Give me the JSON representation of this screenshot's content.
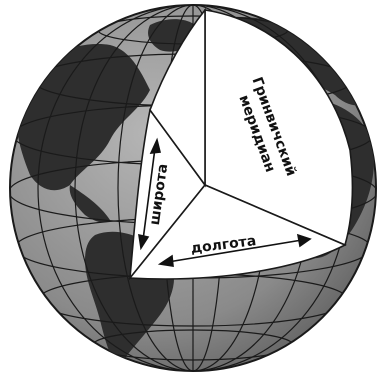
{
  "labels": {
    "meridian_line1": "Гринвичский",
    "meridian_line2": "меридиан",
    "latitude": "широта",
    "longitude": "долгота"
  },
  "colors": {
    "sphere": "#8c8c8c",
    "land": "#2e2e2e",
    "cutaway": "#ffffff",
    "lines": "#1a1a1a"
  }
}
